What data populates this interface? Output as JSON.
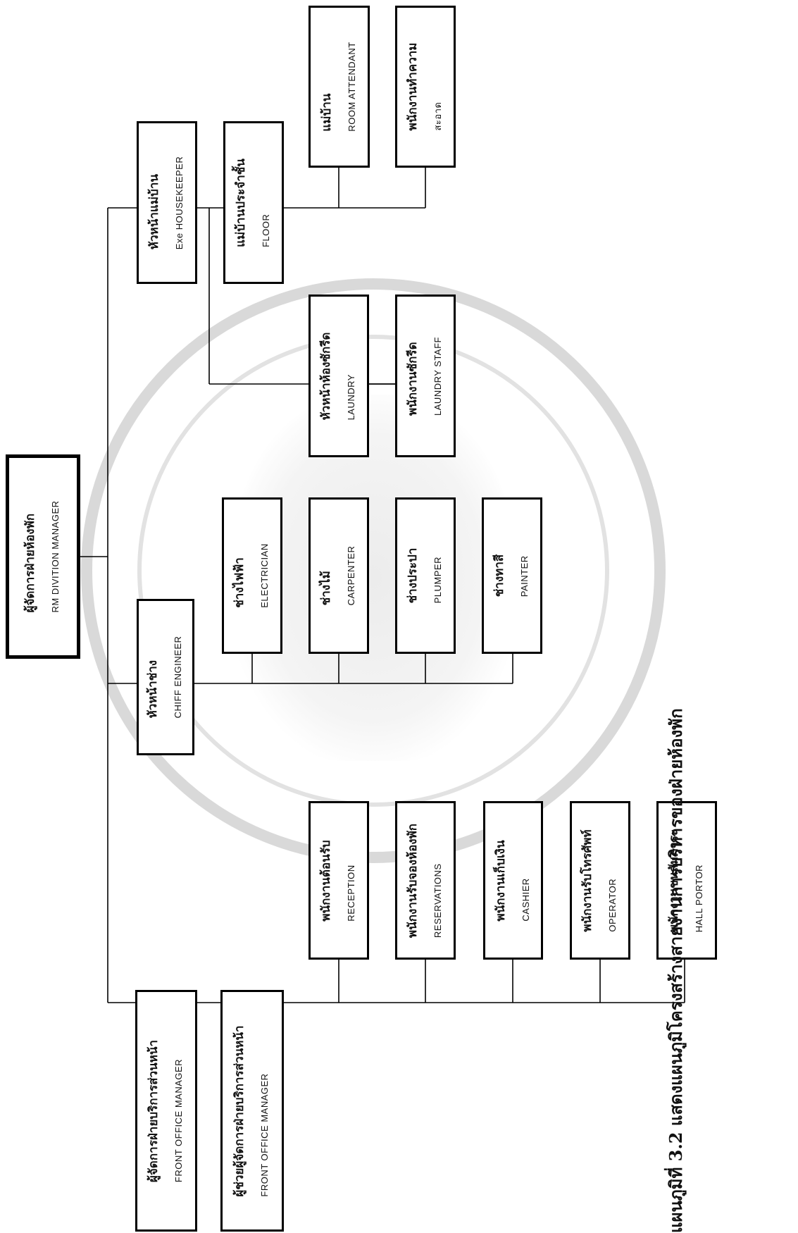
{
  "caption": "แผนภูมิที่  3.2  แสดงแผนภูมิโครงสร้างสายงานการบริหารของฝ่ายห้องพัก",
  "nodes": {
    "rm_manager": {
      "th": "ผู้จัดการฝ่ายห้องพัก",
      "en": "RM DIVITION  MANAGER"
    },
    "front_office_manager": {
      "th": "ผู้จัดการฝ่ายบริการส่วนหน้า",
      "en": "FRONT  OFFICE MANAGER"
    },
    "assistant_front_office_manager": {
      "th": "ผู้ช่วยผู้จัดการฝ่ายบริการส่วนหน้า",
      "en": "FRONT  OFFICE MANAGER"
    },
    "reception": {
      "th": "พนักงานต้อนรับ",
      "en": "RECEPTION"
    },
    "reservations": {
      "th": "พนักงานรับจองห้องพัก",
      "en": "RESERVATIONS"
    },
    "cashier": {
      "th": "พนักงานเก็บเงิน",
      "en": "CASHIER"
    },
    "operator": {
      "th": "พนักงานรับโทรศัพท์",
      "en": "OPERATOR"
    },
    "hall_porter": {
      "th": "พนักงานขนสัมภาระ",
      "en": "HALL  PORTOR"
    },
    "chief_engineer": {
      "th": "หัวหน้าช่าง",
      "en": "CHIFF  ENGINEER"
    },
    "electrician": {
      "th": "ช่างไฟฟ้า",
      "en": "ELECTRICIAN"
    },
    "carpenter": {
      "th": "ช่างไม้",
      "en": "CARPENTER"
    },
    "plumber": {
      "th": "ช่างประปา",
      "en": "PLUMPER"
    },
    "painter": {
      "th": "ช่างทาสี",
      "en": "PAINTER"
    },
    "exec_housekeeper": {
      "th": "หัวหน้าแม่บ้าน",
      "en": "Exe  HOUSEKEEPER"
    },
    "floor_housekeeper": {
      "th": "แม่บ้านประจำชั้น",
      "en": "FLOOR"
    },
    "laundry_head": {
      "th": "หัวหน้าห้องซักรีด",
      "en": "LAUNDRY"
    },
    "laundry_staff": {
      "th": "พนักงานซักรีด",
      "en": "LAUNDRY  STAFF"
    },
    "room_attendant": {
      "th": "แม่บ้าน",
      "en": "ROOM  ATTENDANT"
    },
    "cleaning_staff": {
      "th": "พนักงานทำความ",
      "en": "สะอาด"
    }
  }
}
